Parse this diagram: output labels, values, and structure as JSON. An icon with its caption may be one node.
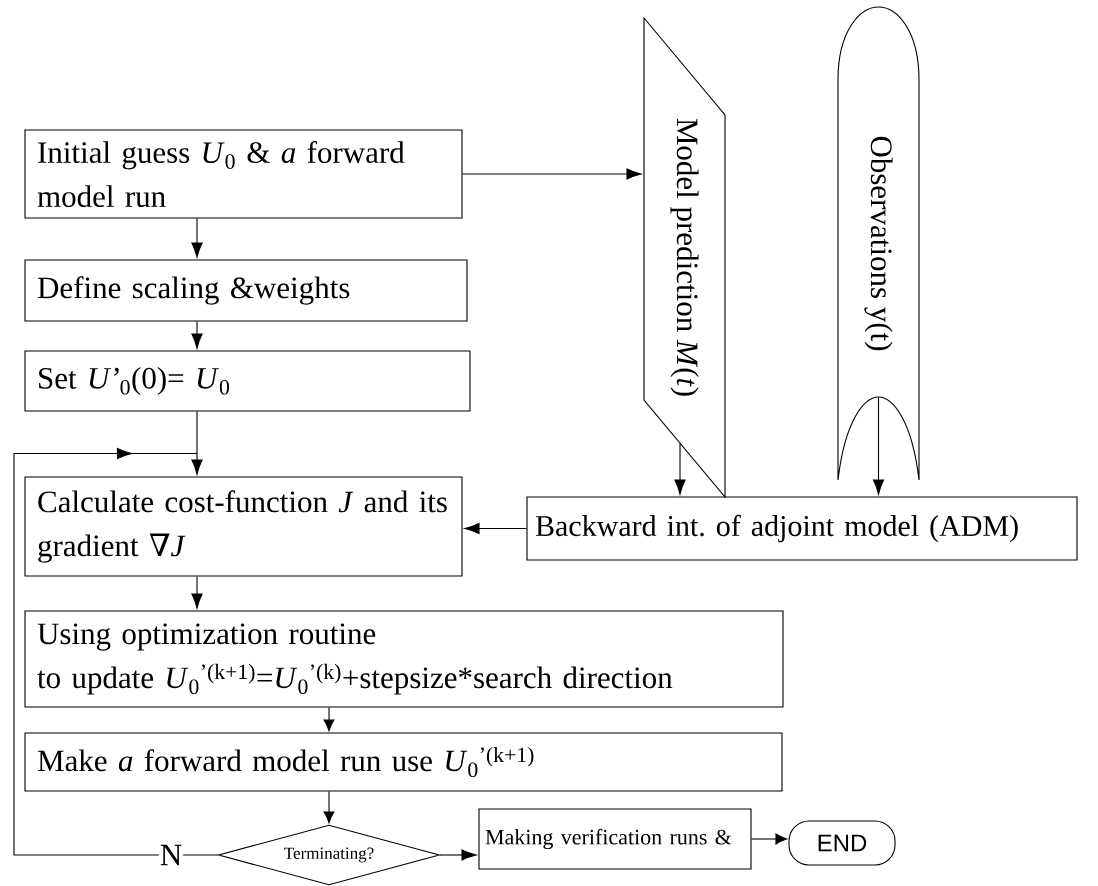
{
  "diagram": {
    "nodes": [
      {
        "text": [
          "Initial guess *U*$_{0}$ & *a* forward model run"
        ]
      },
      {
        "text": [
          "Define scaling &weights"
        ]
      },
      {
        "text": [
          "Set *U’*$_{0}$(0)= *U*$_{0}$"
        ]
      },
      {
        "text": [
          "Calculate cost-function *J* and its gradient ∇*J*"
        ]
      },
      {
        "text": [
          "Using optimization routine",
          "to update *U*$_{0}$$^{’(k+1)}$=*U*$_{0}$$^{’(k)}$+stepsize*search direction"
        ]
      },
      {
        "text": [
          "Make *a* forward model run use *U*$_{0}$$^{’(k+1)}$"
        ]
      },
      {
        "text": [
          "Terminating?"
        ]
      },
      {
        "text": [
          "Making verification runs &"
        ]
      },
      {
        "text": [
          "END"
        ]
      },
      {
        "text": [
          "Model prediction *M*(*t*)"
        ]
      },
      {
        "text": [
          "Observations y(t)"
        ]
      },
      {
        "text": [
          "Backward int. of adjoint model (ADM)"
        ]
      }
    ],
    "edges": [
      {
        "from": 0,
        "to": 9,
        "arrow": "to"
      },
      {
        "from": 0,
        "to": 1,
        "arrow": "to"
      },
      {
        "from": 1,
        "to": 2,
        "arrow": "to"
      },
      {
        "from": 2,
        "to": 3,
        "arrow": "to"
      },
      {
        "from": 3,
        "to": 4,
        "arrow": "to"
      },
      {
        "from": 4,
        "to": 5,
        "arrow": "to"
      },
      {
        "from": 5,
        "to": 6,
        "arrow": "to"
      },
      {
        "from": 6,
        "to": 7,
        "arrow": "to"
      },
      {
        "from": 7,
        "to": 8,
        "arrow": "to"
      },
      {
        "from": 9,
        "to": 11,
        "arrow": "to"
      },
      {
        "from": 10,
        "to": 11,
        "arrow": "to"
      },
      {
        "from": 11,
        "to": 3,
        "arrow": "to"
      },
      {
        "from": 6,
        "to": 3,
        "arrow": "to",
        "label": "N"
      }
    ]
  }
}
